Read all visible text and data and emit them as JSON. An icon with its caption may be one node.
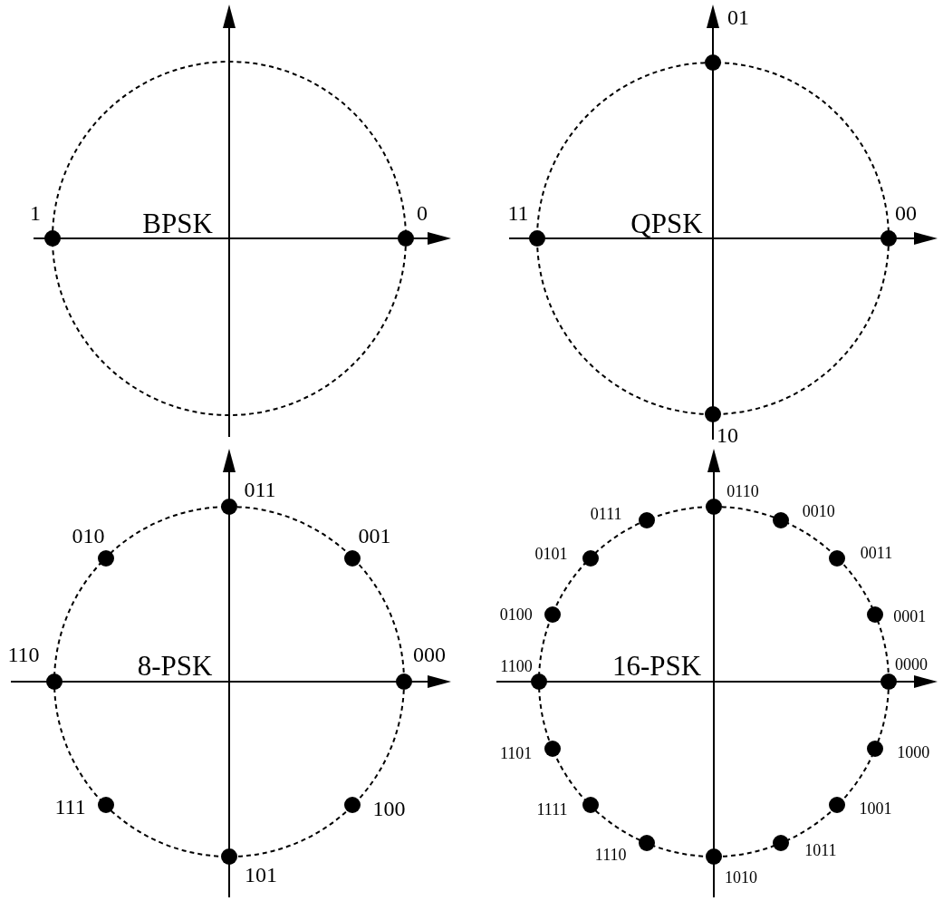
{
  "diagram": {
    "nodes": [
      {
        "text": [],
        "shape": "circle",
        "beside": [
          "1"
        ]
      },
      {
        "text": [],
        "shape": "circle",
        "beside": [
          "0"
        ]
      },
      {
        "text": [],
        "shape": "circle",
        "beside": [
          "01"
        ]
      },
      {
        "text": [],
        "shape": "circle",
        "beside": [
          "11"
        ]
      },
      {
        "text": [],
        "shape": "circle",
        "beside": [
          "00"
        ]
      },
      {
        "text": [],
        "shape": "circle",
        "beside": [
          "10"
        ]
      },
      {
        "text": [],
        "shape": "circle",
        "beside": [
          "011"
        ]
      },
      {
        "text": [],
        "shape": "circle",
        "beside": [
          "010"
        ]
      },
      {
        "text": [],
        "shape": "circle",
        "beside": [
          "001"
        ]
      },
      {
        "text": [],
        "shape": "circle",
        "beside": [
          "110"
        ]
      },
      {
        "text": [],
        "shape": "circle",
        "beside": [
          "000"
        ]
      },
      {
        "text": [],
        "shape": "circle",
        "beside": [
          "111"
        ]
      },
      {
        "text": [],
        "shape": "circle",
        "beside": [
          "100"
        ]
      },
      {
        "text": [],
        "shape": "circle",
        "beside": [
          "101"
        ]
      },
      {
        "text": [],
        "shape": "circle",
        "beside": [
          "0110"
        ]
      },
      {
        "text": [],
        "shape": "circle",
        "beside": [
          "0111"
        ]
      },
      {
        "text": [],
        "shape": "circle",
        "beside": [
          "0010"
        ]
      },
      {
        "text": [],
        "shape": "circle",
        "beside": [
          "0101"
        ]
      },
      {
        "text": [],
        "shape": "circle",
        "beside": [
          "0011"
        ]
      },
      {
        "text": [],
        "shape": "circle",
        "beside": [
          "0100"
        ]
      },
      {
        "text": [],
        "shape": "circle",
        "beside": [
          "0001"
        ]
      },
      {
        "text": [],
        "shape": "circle",
        "beside": [
          "1100"
        ]
      },
      {
        "text": [],
        "shape": "circle",
        "beside": [
          "0000"
        ]
      },
      {
        "text": [],
        "shape": "circle",
        "beside": [
          "1101"
        ]
      },
      {
        "text": [],
        "shape": "circle",
        "beside": [
          "1000"
        ]
      },
      {
        "text": [],
        "shape": "circle",
        "beside": [
          "1111"
        ]
      },
      {
        "text": [],
        "shape": "circle",
        "beside": [
          "1001"
        ]
      },
      {
        "text": [],
        "shape": "circle",
        "beside": [
          "1110"
        ]
      },
      {
        "text": [],
        "shape": "circle",
        "beside": [
          "1011"
        ]
      },
      {
        "text": [],
        "shape": "circle",
        "beside": [
          "1010"
        ]
      }
    ],
    "labels": [
      "BPSK",
      "QPSK",
      "8-PSK",
      "16-PSK"
    ]
  }
}
